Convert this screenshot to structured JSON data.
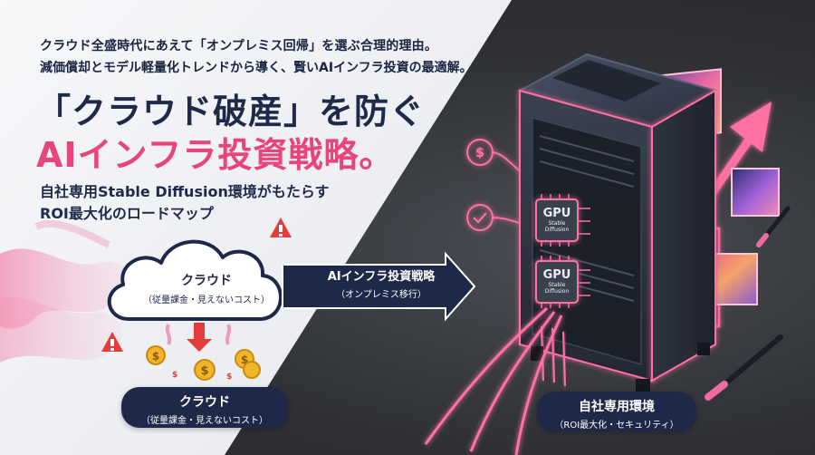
{
  "lead": {
    "line1": "クラウド全盛時代にあえて「オンプレミス回帰」を選ぶ合理的理由。",
    "line2": "減価償却とモデル軽量化トレンドから導く、賢いAIインフラ投資の最適解。"
  },
  "title": {
    "line1": "「クラウド破産」を防ぐ",
    "line2": "AIインフラ投資戦略。"
  },
  "subtitle": {
    "line1": "自社専用Stable Diffusion環境がもたらす",
    "line2": "ROI最大化のロードマップ"
  },
  "cloud": {
    "label": "クラウド",
    "note": "（従量課金・見えないコスト）"
  },
  "arrow": {
    "label": "AIインフラ投資戦略",
    "note": "（オンプレミス移行）"
  },
  "left_pill": {
    "label": "クラウド",
    "note": "（従量課金・見えないコスト）"
  },
  "right_pill": {
    "label": "自社専用環境",
    "note": "（ROI最大化・セキュリティ）"
  },
  "gpu": {
    "top_label": "GPU",
    "top_sub": "Stable Diffusion",
    "bottom_label": "GPU",
    "bottom_sub": "Stable Diffusion"
  },
  "colors": {
    "navy": "#1e2848",
    "pink": "#e8457a",
    "neon": "#ff6fa3",
    "dark_bg": "#2f3136",
    "coin": "#f1b52a",
    "warning": "#e43b3b"
  },
  "icons": [
    "warning-icon",
    "coin-icon",
    "dollar-circle-icon",
    "shield-check-icon",
    "paintbrush-icon",
    "arrow-right-icon",
    "trend-arrow-icon",
    "cloud-icon",
    "server-icon",
    "gpu-chip-icon"
  ]
}
